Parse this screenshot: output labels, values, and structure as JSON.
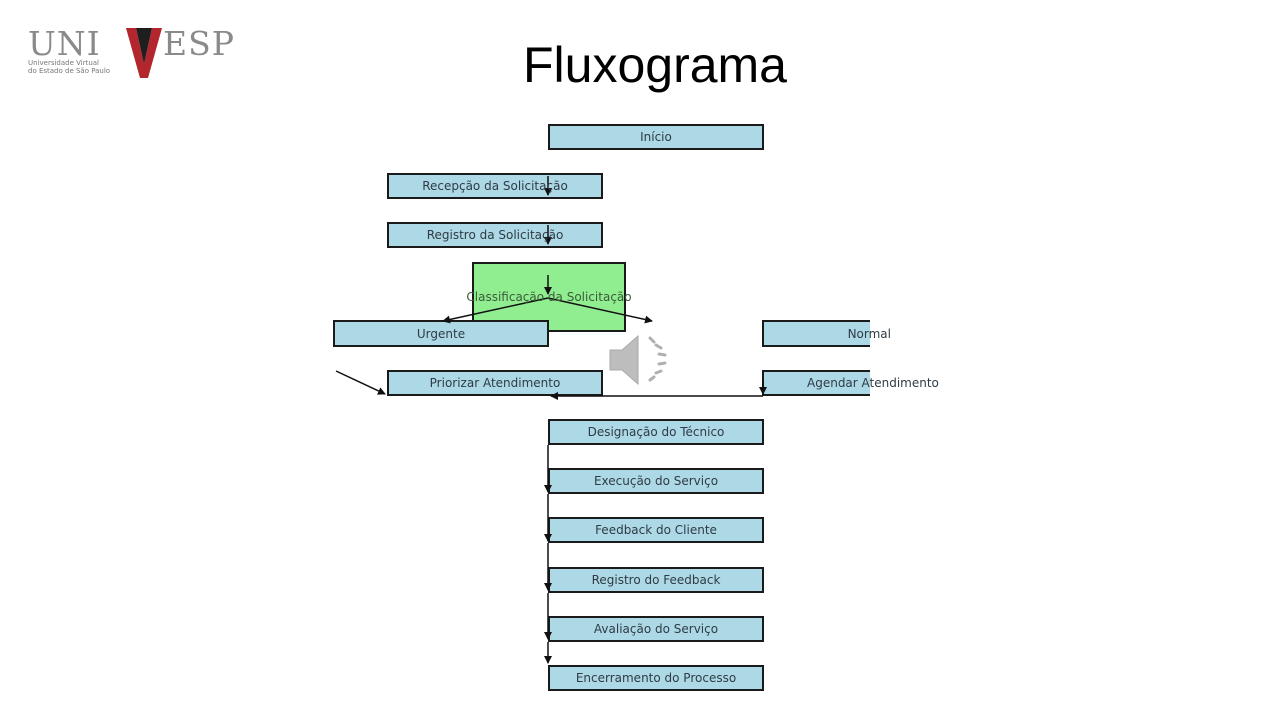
{
  "logo": {
    "brand_left": "UNI",
    "brand_right": "ESP",
    "subtitle_line1": "Universidade Virtual",
    "subtitle_line2": "do Estado de São Paulo",
    "accent_color": "#b3262d"
  },
  "slide": {
    "title": "Fluxograma"
  },
  "flowchart": {
    "node_color": "#add8e6",
    "decision_color": "#90ee90",
    "nodes": [
      {
        "id": "inicio",
        "label": "Início"
      },
      {
        "id": "recepcao",
        "label": "Recepção da Solicitação"
      },
      {
        "id": "registro",
        "label": "Registro da Solicitação"
      },
      {
        "id": "classificacao",
        "label": "Classificação da Solicitação"
      },
      {
        "id": "urgente",
        "label": "Urgente"
      },
      {
        "id": "normal",
        "label": "Normal"
      },
      {
        "id": "priorizar",
        "label": "Priorizar Atendimento"
      },
      {
        "id": "agendar",
        "label": "Agendar Atendimento"
      },
      {
        "id": "designacao",
        "label": "Designação do Técnico"
      },
      {
        "id": "execucao",
        "label": "Execução do Serviço"
      },
      {
        "id": "feedback",
        "label": "Feedback do Cliente"
      },
      {
        "id": "registro_feedback",
        "label": "Registro do Feedback"
      },
      {
        "id": "avaliacao",
        "label": "Avaliação do Serviço"
      },
      {
        "id": "encerramento",
        "label": "Encerramento do Processo"
      }
    ],
    "edges": [
      [
        "inicio",
        "recepcao"
      ],
      [
        "recepcao",
        "registro"
      ],
      [
        "registro",
        "classificacao"
      ],
      [
        "classificacao",
        "urgente"
      ],
      [
        "classificacao",
        "normal"
      ],
      [
        "urgente",
        "priorizar"
      ],
      [
        "normal",
        "agendar"
      ],
      [
        "agendar",
        "priorizar"
      ],
      [
        "designacao",
        "execucao"
      ],
      [
        "execucao",
        "feedback"
      ],
      [
        "feedback",
        "registro_feedback"
      ],
      [
        "registro_feedback",
        "avaliacao"
      ],
      [
        "avaliacao",
        "encerramento"
      ]
    ]
  },
  "media": {
    "audio_icon": "speaker-icon"
  }
}
